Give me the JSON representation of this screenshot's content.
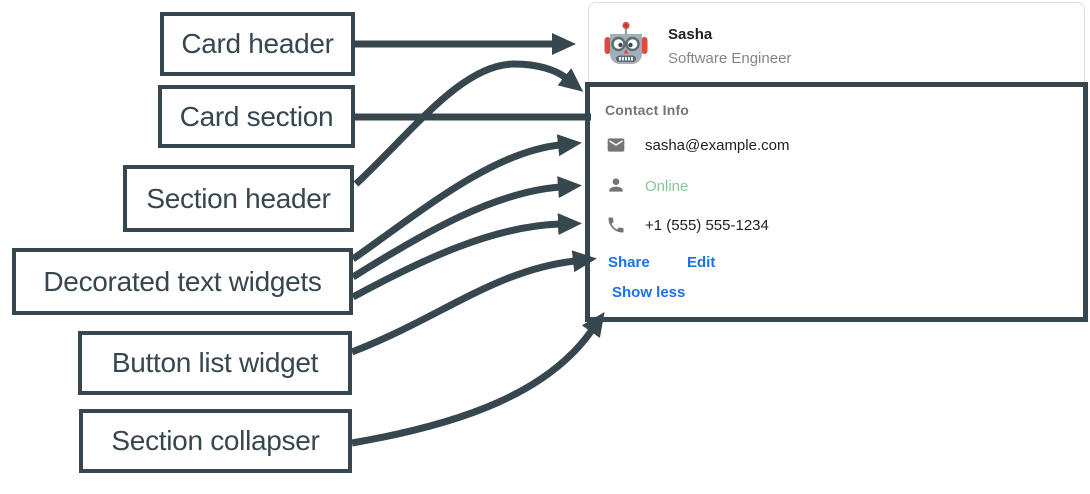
{
  "annotations": {
    "color": "#37474F",
    "labels": [
      {
        "id": "card-header",
        "text": "Card header"
      },
      {
        "id": "card-section",
        "text": "Card section"
      },
      {
        "id": "section-header",
        "text": "Section header"
      },
      {
        "id": "decorated-text-widgets",
        "text": "Decorated text widgets"
      },
      {
        "id": "button-list-widget",
        "text": "Button list widget"
      },
      {
        "id": "section-collapser",
        "text": "Section collapser"
      }
    ]
  },
  "card": {
    "header": {
      "avatar_icon": "robot-avatar",
      "name": "Sasha",
      "subtitle": "Software Engineer"
    },
    "section": {
      "title": "Contact Info",
      "rows": [
        {
          "icon": "email-icon",
          "text": "sasha@example.com",
          "text_color": "#202124"
        },
        {
          "icon": "person-icon",
          "text": "Online",
          "text_color": "#81c995"
        },
        {
          "icon": "phone-icon",
          "text": "+1 (555) 555-1234",
          "text_color": "#202124"
        }
      ],
      "buttons": [
        {
          "label": "Share"
        },
        {
          "label": "Edit"
        }
      ],
      "collapser_label": "Show less"
    },
    "colors": {
      "link_blue": "#1a73e8",
      "status_green": "#81c995",
      "icon_gray": "#757575",
      "subtitle_gray": "#80868b",
      "card_border": "#dadce0"
    }
  }
}
